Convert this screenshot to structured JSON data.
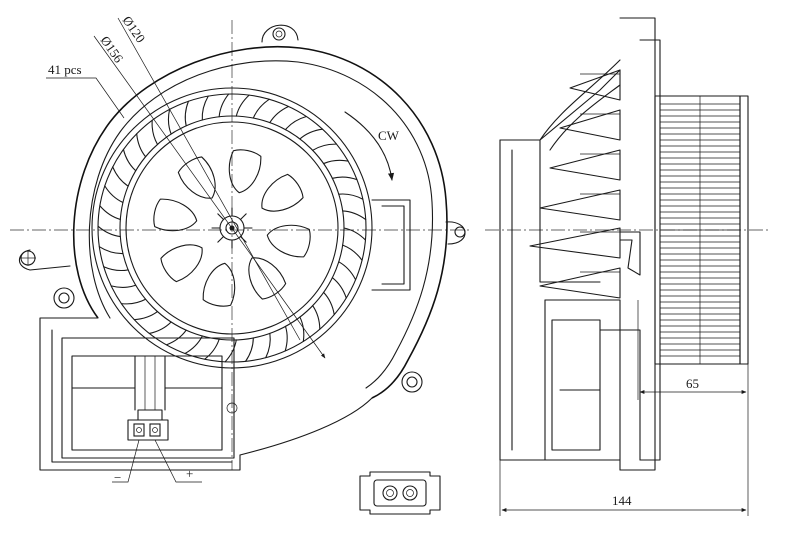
{
  "annotations": {
    "blade_count": "41 pcs",
    "diameter_outer": "Ø156",
    "diameter_inner": "Ø120",
    "rotation": "CW",
    "terminal_negative": "−",
    "terminal_positive": "+"
  },
  "dimensions": {
    "motor_depth": "65",
    "overall_width": "144"
  },
  "colors": {
    "line": "#1a1a1a",
    "background": "#ffffff"
  }
}
